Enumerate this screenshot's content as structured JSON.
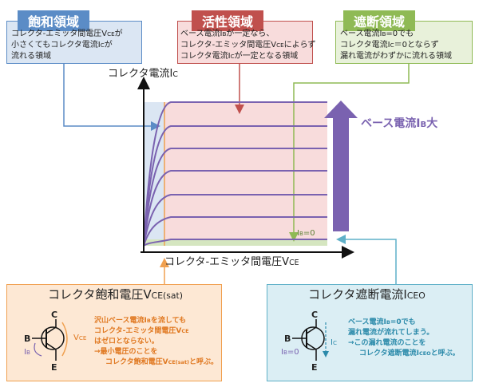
{
  "saturation": {
    "title": "飽和領域",
    "lines": [
      "コレクタ-エミッタ間電圧V",
      "小さくてもコレクタ電流I",
      "流れる領域"
    ],
    "subs": [
      "CE",
      "C"
    ],
    "tails": [
      "が",
      "が"
    ],
    "color": "#5b8cc6",
    "bg": "#dbe6f3"
  },
  "active": {
    "title": "活性領域",
    "lines": [
      "ベース電流I",
      "コレクタ-エミッタ間電圧V",
      "コレクタ電流I"
    ],
    "subs": [
      "B",
      "CE",
      "C"
    ],
    "tails": [
      "が一定なら、",
      "によらず",
      "が一定となる領域"
    ],
    "color": "#c0504d",
    "bg": "#f8dcdc"
  },
  "cutoff": {
    "title": "遮断領域",
    "lines": [
      "ベース電流I",
      "コレクタ電流I",
      "漏れ電流がわずかに流れる領域"
    ],
    "subs": [
      "B",
      "C"
    ],
    "tails": [
      "=0でも",
      "＝0とならず"
    ],
    "color": "#8fba55",
    "bg": "#e8f1da"
  },
  "graph": {
    "ylabel": "コレクタ電流I",
    "ylabel_sub": "C",
    "xlabel": "コレクタ-エミッタ間電圧V",
    "xlabel_sub": "CE",
    "ib_label": "ベース電流I",
    "ib_sub": "B",
    "ib_tail": "大",
    "ib_zero": "I",
    "ib_zero_sub": "B",
    "ib_zero_tail": "=0",
    "curve_color": "#7a62b0",
    "arrow_color": "#7a62b0"
  },
  "vce_sat": {
    "title": "コレクタ飽和電圧V",
    "title_sub": "CE(sat)",
    "text": [
      "沢山ベース電流I",
      "コレクタ-エミッタ間電圧V",
      "はゼロとならない。",
      "→最小電圧のことを",
      "コレクタ飽和電圧V"
    ],
    "text_subs": [
      "B",
      "CE",
      "",
      "",
      "CE(sat)"
    ],
    "text_tails": [
      "を流しても",
      "",
      "",
      "",
      "と呼ぶ。"
    ],
    "color": "#f0a050",
    "bg": "#fde8d4",
    "text_color": "#e07820",
    "sym": {
      "c": "C",
      "b": "B",
      "e": "E",
      "ib": "I",
      "ib_sub": "B",
      "vce": "V",
      "vce_sub": "CE"
    }
  },
  "iceo": {
    "title": "コレクタ遮断電流I",
    "title_sub": "CEO",
    "text": [
      "ベース電流I",
      "漏れ電流が流れてしまう。",
      "→この漏れ電流のことを",
      "コレクタ遮断電流I"
    ],
    "text_subs": [
      "B",
      "",
      "",
      "CEO"
    ],
    "text_tails": [
      "=0でも",
      "",
      "",
      "と呼ぶ。"
    ],
    "color": "#5fb0c8",
    "bg": "#dbeef4",
    "text_color": "#2b8aaa",
    "sym": {
      "c": "C",
      "b": "B",
      "e": "E",
      "ib": "I",
      "ib_sub": "B",
      "ib_tail": "=0",
      "ic": "I",
      "ic_sub": "C"
    }
  }
}
